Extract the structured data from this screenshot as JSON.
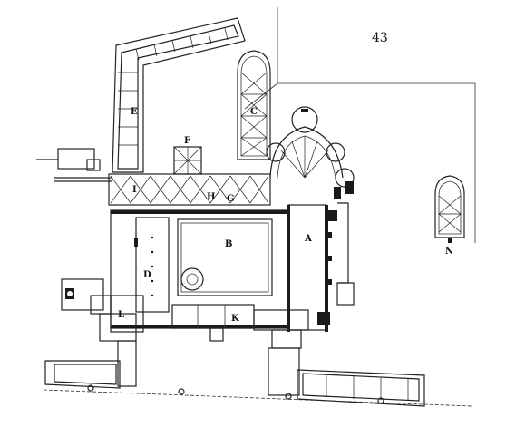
{
  "page_number": "43",
  "labels": {
    "A": "A",
    "B": "B",
    "C": "C",
    "D": "D",
    "E": "E",
    "F": "F",
    "G": "G",
    "H": "H",
    "I": "I",
    "K": "K",
    "L": "L",
    "N": "N"
  }
}
